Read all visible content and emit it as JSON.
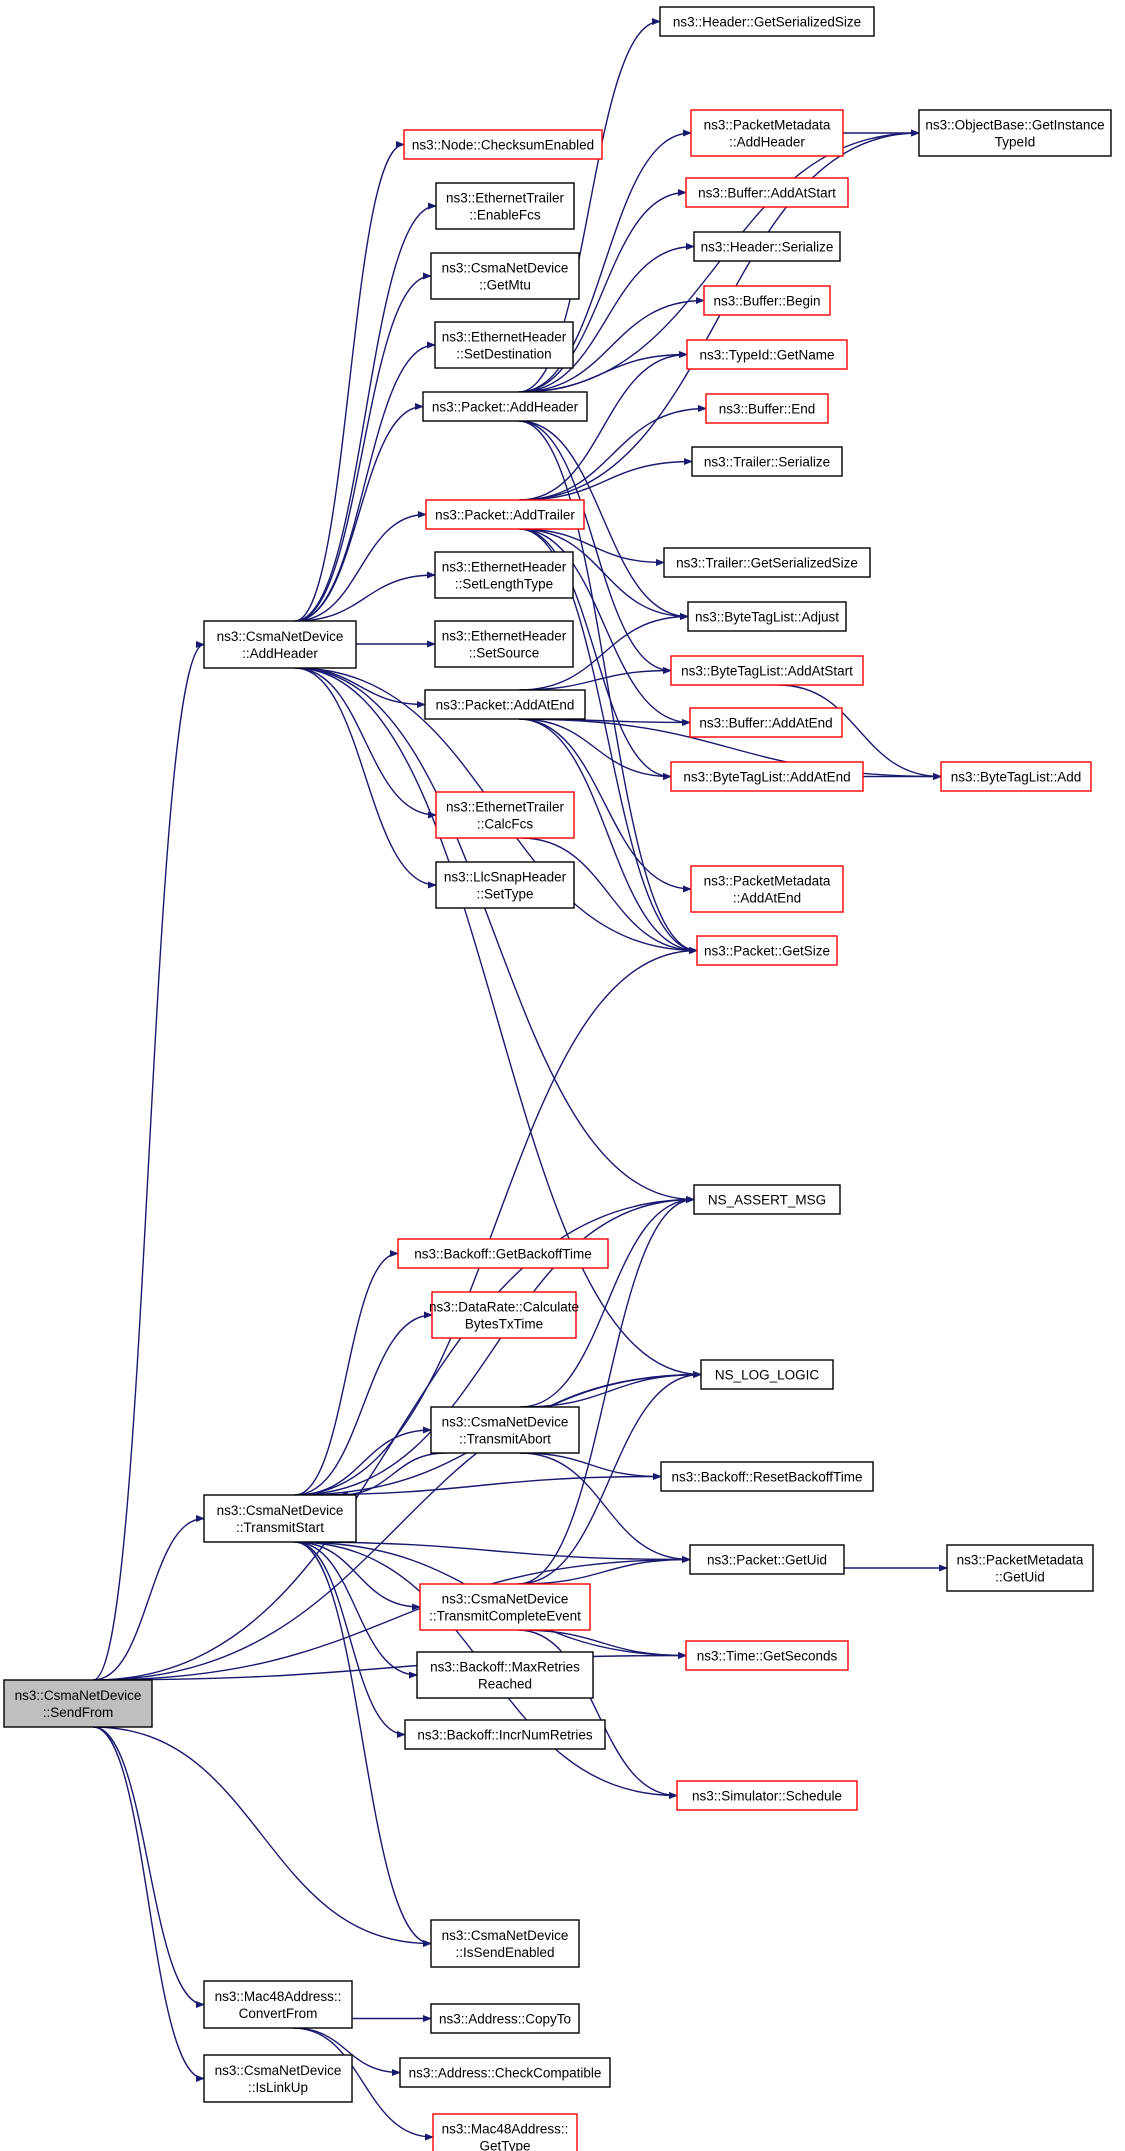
{
  "colors": {
    "edge": "#191970",
    "normal_border": "#000000",
    "red_border": "#ff0000",
    "root_fill": "#bfbfbf",
    "fill": "#ffffff"
  },
  "nodes": [
    {
      "id": "SendFrom",
      "lines": [
        "ns3::CsmaNetDevice",
        "::SendFrom"
      ],
      "style": "root"
    },
    {
      "id": "AddHeaderCsma",
      "lines": [
        "ns3::CsmaNetDevice",
        "::AddHeader"
      ],
      "style": "normal"
    },
    {
      "id": "TransmitStart",
      "lines": [
        "ns3::CsmaNetDevice",
        "::TransmitStart"
      ],
      "style": "normal"
    },
    {
      "id": "IsSendEnabled",
      "lines": [
        "ns3::CsmaNetDevice",
        "::IsSendEnabled"
      ],
      "style": "normal"
    },
    {
      "id": "ConvertFrom",
      "lines": [
        "ns3::Mac48Address::",
        "ConvertFrom"
      ],
      "style": "normal"
    },
    {
      "id": "IsLinkUp",
      "lines": [
        "ns3::CsmaNetDevice",
        "::IsLinkUp"
      ],
      "style": "normal"
    },
    {
      "id": "ChecksumEnabled",
      "lines": [
        "ns3::Node::ChecksumEnabled"
      ],
      "style": "red"
    },
    {
      "id": "EnableFcs",
      "lines": [
        "ns3::EthernetTrailer",
        "::EnableFcs"
      ],
      "style": "normal"
    },
    {
      "id": "GetMtu",
      "lines": [
        "ns3::CsmaNetDevice",
        "::GetMtu"
      ],
      "style": "normal"
    },
    {
      "id": "SetDestination",
      "lines": [
        "ns3::EthernetHeader",
        "::SetDestination"
      ],
      "style": "normal"
    },
    {
      "id": "PacketAddHeader",
      "lines": [
        "ns3::Packet::AddHeader"
      ],
      "style": "normal"
    },
    {
      "id": "PacketAddTrailer",
      "lines": [
        "ns3::Packet::AddTrailer"
      ],
      "style": "red"
    },
    {
      "id": "SetLengthType",
      "lines": [
        "ns3::EthernetHeader",
        "::SetLengthType"
      ],
      "style": "normal"
    },
    {
      "id": "SetSource",
      "lines": [
        "ns3::EthernetHeader",
        "::SetSource"
      ],
      "style": "normal"
    },
    {
      "id": "PacketAddAtEnd",
      "lines": [
        "ns3::Packet::AddAtEnd"
      ],
      "style": "normal"
    },
    {
      "id": "CalcFcs",
      "lines": [
        "ns3::EthernetTrailer",
        "::CalcFcs"
      ],
      "style": "red"
    },
    {
      "id": "LlcSetType",
      "lines": [
        "ns3::LlcSnapHeader",
        "::SetType"
      ],
      "style": "normal"
    },
    {
      "id": "HeaderGetSerializedSize",
      "lines": [
        "ns3::Header::GetSerializedSize"
      ],
      "style": "normal"
    },
    {
      "id": "PMAddHeader",
      "lines": [
        "ns3::PacketMetadata",
        "::AddHeader"
      ],
      "style": "red"
    },
    {
      "id": "BufferAddAtStart",
      "lines": [
        "ns3::Buffer::AddAtStart"
      ],
      "style": "red"
    },
    {
      "id": "HeaderSerialize",
      "lines": [
        "ns3::Header::Serialize"
      ],
      "style": "normal"
    },
    {
      "id": "BufferBegin",
      "lines": [
        "ns3::Buffer::Begin"
      ],
      "style": "red"
    },
    {
      "id": "TypeIdGetName",
      "lines": [
        "ns3::TypeId::GetName"
      ],
      "style": "red"
    },
    {
      "id": "BufferEnd",
      "lines": [
        "ns3::Buffer::End"
      ],
      "style": "red"
    },
    {
      "id": "TrailerSerialize",
      "lines": [
        "ns3::Trailer::Serialize"
      ],
      "style": "normal"
    },
    {
      "id": "TrailerGetSerializedSize",
      "lines": [
        "ns3::Trailer::GetSerializedSize"
      ],
      "style": "normal"
    },
    {
      "id": "BTLAdjust",
      "lines": [
        "ns3::ByteTagList::Adjust"
      ],
      "style": "normal"
    },
    {
      "id": "BTLAddAtStart",
      "lines": [
        "ns3::ByteTagList::AddAtStart"
      ],
      "style": "red"
    },
    {
      "id": "BufferAddAtEnd",
      "lines": [
        "ns3::Buffer::AddAtEnd"
      ],
      "style": "red"
    },
    {
      "id": "BTLAddAtEnd",
      "lines": [
        "ns3::ByteTagList::AddAtEnd"
      ],
      "style": "red"
    },
    {
      "id": "PMAddAtEnd",
      "lines": [
        "ns3::PacketMetadata",
        "::AddAtEnd"
      ],
      "style": "red"
    },
    {
      "id": "PacketGetSize",
      "lines": [
        "ns3::Packet::GetSize"
      ],
      "style": "red"
    },
    {
      "id": "GetInstanceTypeId",
      "lines": [
        "ns3::ObjectBase::GetInstance",
        "TypeId"
      ],
      "style": "normal"
    },
    {
      "id": "BTLAdd",
      "lines": [
        "ns3::ByteTagList::Add"
      ],
      "style": "red"
    },
    {
      "id": "NSAssertMsg",
      "lines": [
        "NS_ASSERT_MSG"
      ],
      "style": "normal"
    },
    {
      "id": "GetBackoffTime",
      "lines": [
        "ns3::Backoff::GetBackoffTime"
      ],
      "style": "red"
    },
    {
      "id": "CalculateBytesTxTime",
      "lines": [
        "ns3::DataRate::Calculate",
        "BytesTxTime"
      ],
      "style": "red"
    },
    {
      "id": "NSLogLogic",
      "lines": [
        "NS_LOG_LOGIC"
      ],
      "style": "normal"
    },
    {
      "id": "TransmitAbort",
      "lines": [
        "ns3::CsmaNetDevice",
        "::TransmitAbort"
      ],
      "style": "normal"
    },
    {
      "id": "ResetBackoffTime",
      "lines": [
        "ns3::Backoff::ResetBackoffTime"
      ],
      "style": "normal"
    },
    {
      "id": "PacketGetUid",
      "lines": [
        "ns3::Packet::GetUid"
      ],
      "style": "normal"
    },
    {
      "id": "PMGetUid",
      "lines": [
        "ns3::PacketMetadata",
        "::GetUid"
      ],
      "style": "normal"
    },
    {
      "id": "TransmitCompleteEvent",
      "lines": [
        "ns3::CsmaNetDevice",
        "::TransmitCompleteEvent"
      ],
      "style": "red"
    },
    {
      "id": "TimeGetSeconds",
      "lines": [
        "ns3::Time::GetSeconds"
      ],
      "style": "red"
    },
    {
      "id": "MaxRetriesReached",
      "lines": [
        "ns3::Backoff::MaxRetries",
        "Reached"
      ],
      "style": "normal"
    },
    {
      "id": "IncrNumRetries",
      "lines": [
        "ns3::Backoff::IncrNumRetries"
      ],
      "style": "normal"
    },
    {
      "id": "SimulatorSchedule",
      "lines": [
        "ns3::Simulator::Schedule"
      ],
      "style": "red"
    },
    {
      "id": "AddressCopyTo",
      "lines": [
        "ns3::Address::CopyTo"
      ],
      "style": "normal"
    },
    {
      "id": "AddressCheckCompatible",
      "lines": [
        "ns3::Address::CheckCompatible"
      ],
      "style": "normal"
    },
    {
      "id": "Mac48GetType",
      "lines": [
        "ns3::Mac48Address::",
        "GetType"
      ],
      "style": "red"
    }
  ],
  "edges": [
    [
      "SendFrom",
      "AddHeaderCsma"
    ],
    [
      "SendFrom",
      "TransmitStart"
    ],
    [
      "SendFrom",
      "NSAssertMsg"
    ],
    [
      "SendFrom",
      "IsSendEnabled"
    ],
    [
      "SendFrom",
      "ConvertFrom"
    ],
    [
      "SendFrom",
      "IsLinkUp"
    ],
    [
      "SendFrom",
      "PacketGetUid"
    ],
    [
      "SendFrom",
      "NSLogLogic"
    ],
    [
      "SendFrom",
      "TimeGetSeconds"
    ],
    [
      "AddHeaderCsma",
      "ChecksumEnabled"
    ],
    [
      "AddHeaderCsma",
      "EnableFcs"
    ],
    [
      "AddHeaderCsma",
      "GetMtu"
    ],
    [
      "AddHeaderCsma",
      "SetDestination"
    ],
    [
      "AddHeaderCsma",
      "PacketAddHeader"
    ],
    [
      "AddHeaderCsma",
      "PacketAddTrailer"
    ],
    [
      "AddHeaderCsma",
      "SetLengthType"
    ],
    [
      "AddHeaderCsma",
      "SetSource"
    ],
    [
      "AddHeaderCsma",
      "PacketAddAtEnd"
    ],
    [
      "AddHeaderCsma",
      "CalcFcs"
    ],
    [
      "AddHeaderCsma",
      "LlcSetType"
    ],
    [
      "AddHeaderCsma",
      "PacketGetSize"
    ],
    [
      "AddHeaderCsma",
      "NSAssertMsg"
    ],
    [
      "AddHeaderCsma",
      "NSLogLogic"
    ],
    [
      "PacketAddHeader",
      "HeaderGetSerializedSize"
    ],
    [
      "PacketAddHeader",
      "PMAddHeader"
    ],
    [
      "PacketAddHeader",
      "BufferAddAtStart"
    ],
    [
      "PacketAddHeader",
      "HeaderSerialize"
    ],
    [
      "PacketAddHeader",
      "BufferBegin"
    ],
    [
      "PacketAddHeader",
      "TypeIdGetName"
    ],
    [
      "PacketAddHeader",
      "BTLAdjust"
    ],
    [
      "PacketAddHeader",
      "BTLAddAtStart"
    ],
    [
      "PacketAddHeader",
      "PacketGetSize"
    ],
    [
      "PacketAddHeader",
      "GetInstanceTypeId"
    ],
    [
      "PMAddHeader",
      "GetInstanceTypeId"
    ],
    [
      "PacketAddTrailer",
      "BufferEnd"
    ],
    [
      "PacketAddTrailer",
      "TrailerSerialize"
    ],
    [
      "PacketAddTrailer",
      "TrailerGetSerializedSize"
    ],
    [
      "PacketAddTrailer",
      "BTLAdjust"
    ],
    [
      "PacketAddTrailer",
      "BufferAddAtEnd"
    ],
    [
      "PacketAddTrailer",
      "BTLAddAtEnd"
    ],
    [
      "PacketAddTrailer",
      "PacketGetSize"
    ],
    [
      "PacketAddTrailer",
      "TypeIdGetName"
    ],
    [
      "PacketAddTrailer",
      "GetInstanceTypeId"
    ],
    [
      "PacketAddAtEnd",
      "BTLAdjust"
    ],
    [
      "PacketAddAtEnd",
      "BTLAddAtStart"
    ],
    [
      "PacketAddAtEnd",
      "BufferAddAtEnd"
    ],
    [
      "PacketAddAtEnd",
      "BTLAddAtEnd"
    ],
    [
      "PacketAddAtEnd",
      "PMAddAtEnd"
    ],
    [
      "PacketAddAtEnd",
      "PacketGetSize"
    ],
    [
      "PacketAddAtEnd",
      "BTLAdd"
    ],
    [
      "CalcFcs",
      "PacketGetSize"
    ],
    [
      "BTLAddAtStart",
      "BTLAdd"
    ],
    [
      "BTLAddAtEnd",
      "BTLAdd"
    ],
    [
      "TransmitStart",
      "PacketGetSize"
    ],
    [
      "TransmitStart",
      "NSAssertMsg"
    ],
    [
      "TransmitStart",
      "GetBackoffTime"
    ],
    [
      "TransmitStart",
      "CalculateBytesTxTime"
    ],
    [
      "TransmitStart",
      "NSLogLogic"
    ],
    [
      "TransmitStart",
      "TransmitAbort"
    ],
    [
      "TransmitStart",
      "ResetBackoffTime"
    ],
    [
      "TransmitStart",
      "PacketGetUid"
    ],
    [
      "TransmitStart",
      "TransmitCompleteEvent"
    ],
    [
      "TransmitStart",
      "MaxRetriesReached"
    ],
    [
      "TransmitStart",
      "IncrNumRetries"
    ],
    [
      "TransmitStart",
      "SimulatorSchedule"
    ],
    [
      "TransmitStart",
      "IsSendEnabled"
    ],
    [
      "TransmitStart",
      "TimeGetSeconds"
    ],
    [
      "TransmitAbort",
      "TransmitStart"
    ],
    [
      "TransmitAbort",
      "NSAssertMsg"
    ],
    [
      "TransmitAbort",
      "NSLogLogic"
    ],
    [
      "TransmitAbort",
      "ResetBackoffTime"
    ],
    [
      "TransmitAbort",
      "PacketGetUid"
    ],
    [
      "TransmitCompleteEvent",
      "NSAssertMsg"
    ],
    [
      "TransmitCompleteEvent",
      "NSLogLogic"
    ],
    [
      "TransmitCompleteEvent",
      "PacketGetUid"
    ],
    [
      "TransmitCompleteEvent",
      "TimeGetSeconds"
    ],
    [
      "TransmitCompleteEvent",
      "SimulatorSchedule"
    ],
    [
      "PacketGetUid",
      "PMGetUid"
    ],
    [
      "ConvertFrom",
      "AddressCopyTo"
    ],
    [
      "ConvertFrom",
      "AddressCheckCompatible"
    ],
    [
      "ConvertFrom",
      "Mac48GetType"
    ]
  ]
}
